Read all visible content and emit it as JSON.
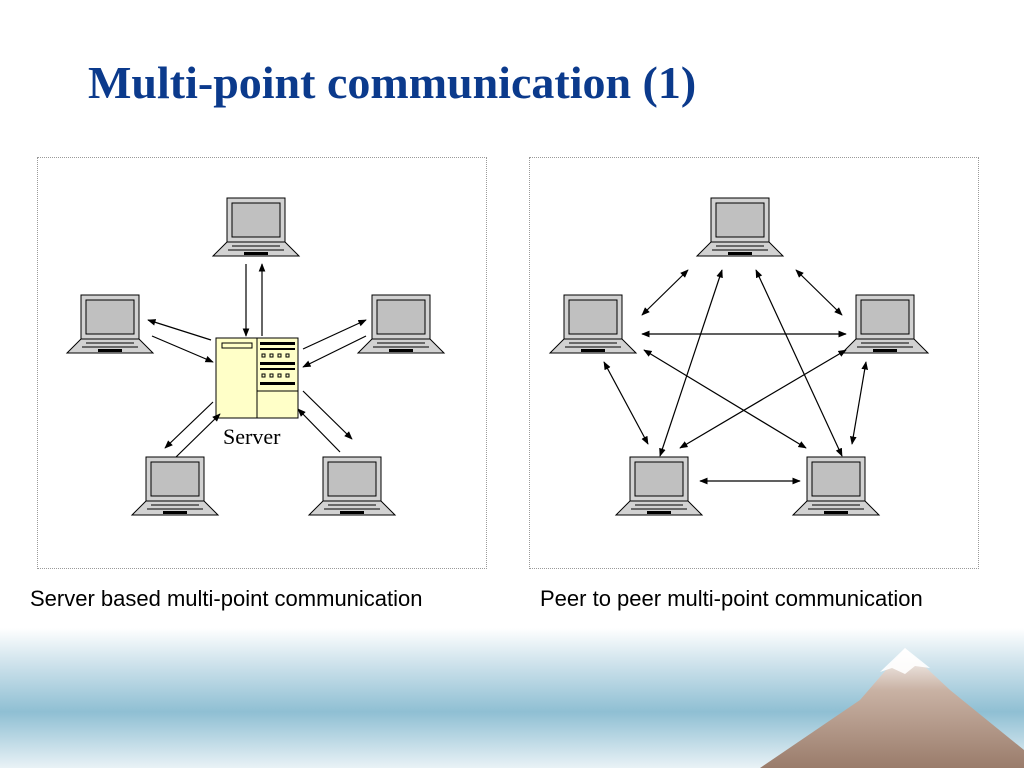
{
  "slide": {
    "title": "Multi-point communication (1)"
  },
  "left_diagram": {
    "server_label": "Server",
    "caption": "Server based multi-point communication"
  },
  "right_diagram": {
    "caption": "Peer to peer multi-point communication"
  },
  "colors": {
    "title": "#0b3a8c",
    "server_body": "#ffffc8",
    "laptop_screen": "#c8c8c8",
    "mountain": "#a88a78"
  }
}
